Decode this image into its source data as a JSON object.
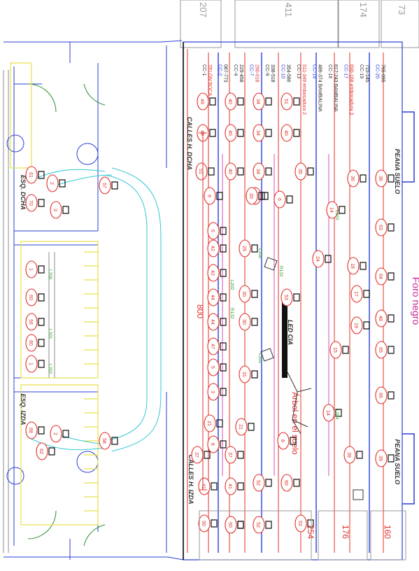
{
  "dimensions_top": [
    "207",
    "411",
    "174",
    "73"
  ],
  "dimensions_bottom": [
    "254",
    "176",
    "160"
  ],
  "dimension_left": "800",
  "labels": {
    "foro": "Foro negro",
    "peana_top": "PEANA SUELO",
    "peana_bottom": "PEANA SUELO",
    "calles_dcha": "CALLES H. DCHA",
    "calles_izda": "CALLES H. IZDA",
    "ext_dcha": "ESQ. DCHA",
    "ext_izda": "ESQ. IZDA",
    "arbol": "Árbol en el suelo",
    "led": "LED CIA"
  },
  "bars": [
    {
      "name": "CC-1",
      "line": "TELÓN BOCA"
    },
    {
      "name": "CC-2",
      "line": "087-773"
    },
    {
      "name": "CC-4",
      "line": "229-458"
    },
    {
      "name": "CC-7",
      "line": "290-618"
    },
    {
      "name": "CC-9",
      "line": "338-518"
    },
    {
      "name": "CC-10",
      "line": "354-586"
    },
    {
      "name": "CC-13",
      "line": "511-349 embocadura 2"
    },
    {
      "name": "CC-14",
      "line": "486-374 BAMBALINA"
    },
    {
      "name": "CC-16",
      "line": "617-243 BAMBALINA"
    },
    {
      "name": "CC-17",
      "line": "690-168 embocadura 3"
    },
    {
      "name": "CC-19",
      "line": "715-145"
    },
    {
      "name": "CC-20",
      "line": "765-095"
    }
  ],
  "fixtures": [
    "49",
    "40",
    "34",
    "49",
    "40",
    "34",
    "51",
    "40",
    "35",
    "51",
    "40",
    "34",
    "36",
    "36",
    "63",
    "64",
    "48",
    "65",
    "66",
    "39",
    "39",
    "37",
    "41",
    "50",
    "37",
    "41",
    "50",
    "52",
    "52",
    "60",
    "52",
    "60",
    "9",
    "21",
    "8",
    "9",
    "8",
    "42",
    "42",
    "44",
    "44",
    "47",
    "5",
    "3",
    "6",
    "20",
    "6",
    "29",
    "30",
    "30",
    "31",
    "53",
    "24",
    "18",
    "17",
    "19",
    "15",
    "14",
    "14",
    "61",
    "70",
    "2",
    "3",
    "57",
    "1",
    "60",
    "56",
    "60",
    "1",
    "68",
    "62",
    "2",
    "58",
    "21"
  ],
  "series_labels": [
    "L200",
    "L201",
    "L202",
    "R132",
    "L203",
    "L204"
  ],
  "colors": {
    "red": "#e0302a",
    "blue": "#2a3fd6",
    "cyan": "#33c7d6",
    "yellow": "#e8e04a",
    "green": "#2f9e2f",
    "magenta": "#c62a9a",
    "gray": "#9a9a9a"
  }
}
